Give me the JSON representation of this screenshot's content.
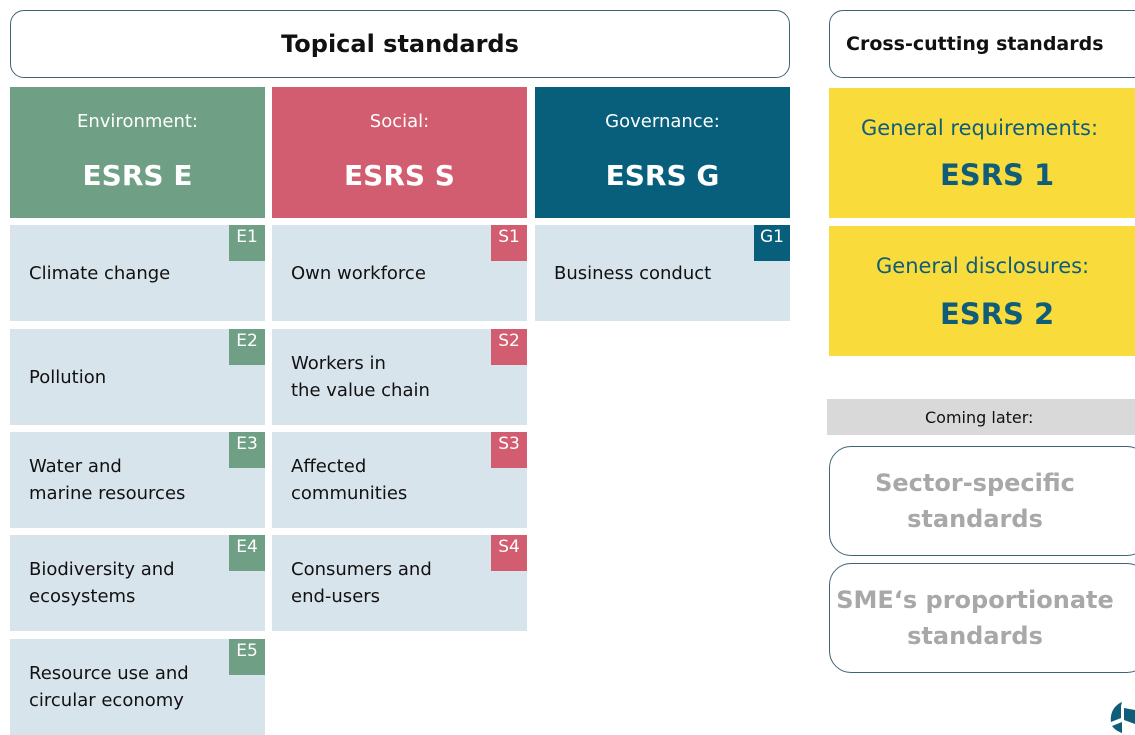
{
  "topical_header": "Topical standards",
  "crosscutting_header": "Cross-cutting standards",
  "pillars": {
    "environment": {
      "label": "Environment:",
      "code": "ESRS E",
      "color": "#6f9f84"
    },
    "social": {
      "label": "Social:",
      "code": "ESRS S",
      "color": "#d25c70"
    },
    "governance": {
      "label": "Governance:",
      "code": "ESRS G",
      "color": "#075f7c"
    }
  },
  "environment_items": [
    {
      "tag": "E1",
      "text": "Climate change"
    },
    {
      "tag": "E2",
      "text": "Pollution"
    },
    {
      "tag": "E3",
      "text": "Water and\nmarine resources"
    },
    {
      "tag": "E4",
      "text": "Biodiversity and\necosystems"
    },
    {
      "tag": "E5",
      "text": "Resource use and\ncircular economy"
    }
  ],
  "social_items": [
    {
      "tag": "S1",
      "text": "Own workforce"
    },
    {
      "tag": "S2",
      "text": "Workers in\nthe value chain"
    },
    {
      "tag": "S3",
      "text": "Affected\ncommunities"
    },
    {
      "tag": "S4",
      "text": "Consumers and\nend-users"
    }
  ],
  "governance_items": [
    {
      "tag": "G1",
      "text": "Business conduct"
    }
  ],
  "crosscutting": {
    "general_requirements": {
      "label": "General requirements:",
      "code": "ESRS 1"
    },
    "general_disclosures": {
      "label": "General disclosures:",
      "code": "ESRS 2"
    },
    "yellow_color": "#f9dc3c"
  },
  "coming_later": {
    "label": "Coming later:",
    "sector": "Sector-specific\nstandards",
    "sme": "SME‘s proportionate\nstandards"
  }
}
